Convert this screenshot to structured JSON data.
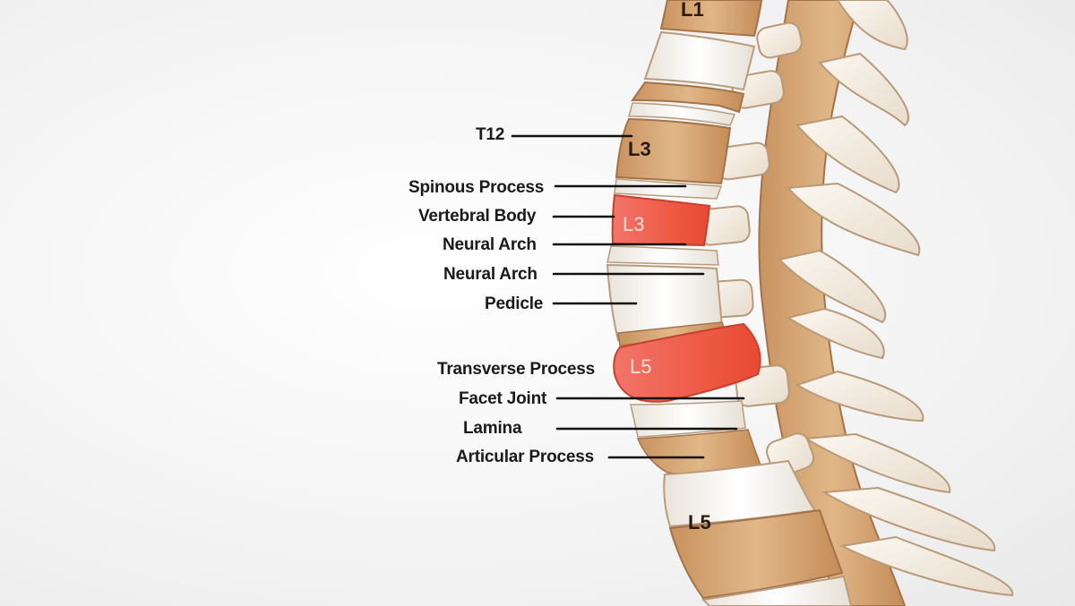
{
  "labels": {
    "t12": "T12",
    "spinous_process": "Spinous Process",
    "vertebral_body": "Vertebral Body",
    "neural_arch_1": "Neural Arch",
    "neural_arch_2": "Neural Arch",
    "pedicle": "Pedicle",
    "transverse_process": "Transverse Process",
    "facet_joint": "Facet Joint",
    "lamina": "Lamina",
    "articular_process": "Articular Process"
  },
  "vertebra_labels": {
    "l1": "L1",
    "l3_upper": "L3",
    "l3_highlight": "L3",
    "l5_highlight": "L5",
    "l5_lower": "L5"
  },
  "colors": {
    "bone": "#d9ad7c",
    "bone_dark": "#b7875a",
    "disc": "#ffffff",
    "highlight": "#ee4d3a",
    "leader_line": "#111111"
  }
}
